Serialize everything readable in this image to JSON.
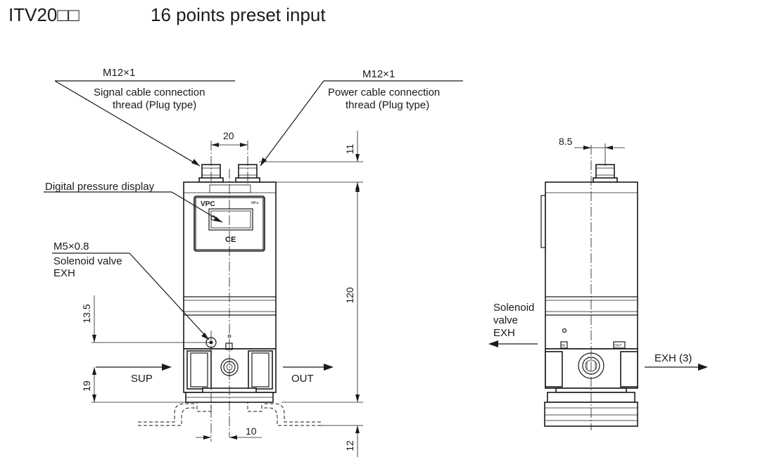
{
  "header": {
    "model": "ITV20□□",
    "title": "16 points preset input"
  },
  "front_view": {
    "signal_thread": "M12×1",
    "signal_label_1": "Signal cable connection",
    "signal_label_2": "thread (Plug type)",
    "power_thread": "M12×1",
    "power_label_1": "Power cable connection",
    "power_label_2": "thread (Plug type)",
    "display_label": "Digital pressure display",
    "solenoid_thread": "M5×0.8",
    "solenoid_label_1": "Solenoid valve",
    "solenoid_label_2": "EXH",
    "brand": "VPC",
    "unit": "MPa",
    "ce_mark": "CE",
    "sup_label": "SUP",
    "out_label": "OUT"
  },
  "dimensions": {
    "connector_pitch": "20",
    "connector_height": "11",
    "body_height": "120",
    "exh_offset": "13.5",
    "port_height": "19",
    "port_offset": "10",
    "bracket_height": "12",
    "side_offset": "8.5"
  },
  "side_view": {
    "solenoid_label_1": "Solenoid",
    "solenoid_label_2": "valve",
    "solenoid_label_3": "EXH",
    "exh_label": "EXH (3)",
    "port_in": "IN",
    "port_out": "OUT"
  }
}
